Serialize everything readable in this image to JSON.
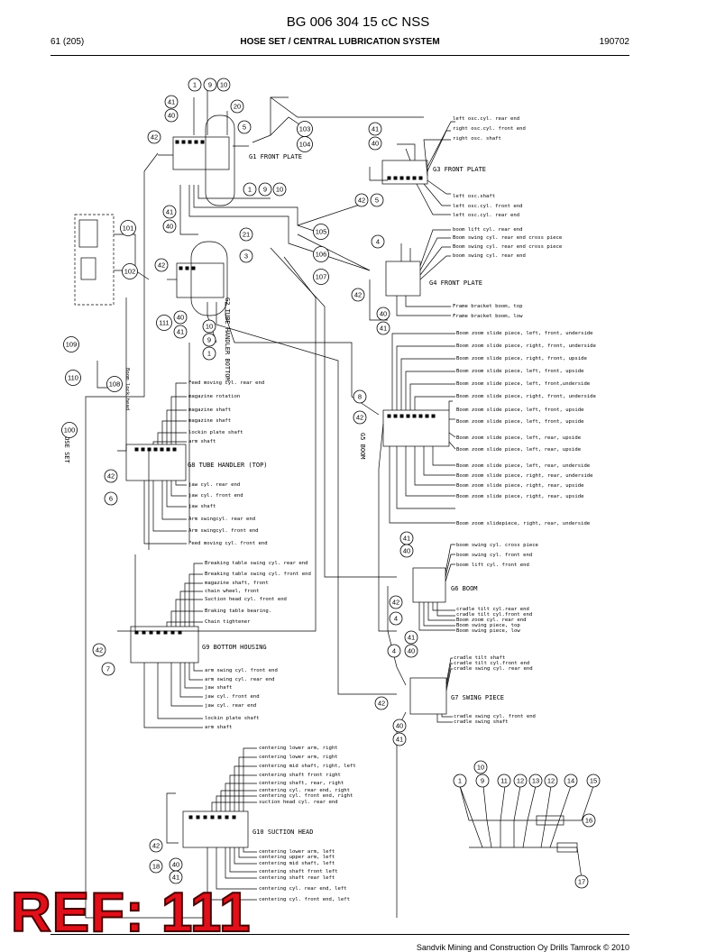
{
  "header": {
    "title": "BG 006 304 15 cC NSS",
    "page": "61 (205)",
    "section": "HOSE SET / CENTRAL LUBRICATION SYSTEM",
    "date": "190702"
  },
  "blocks": {
    "g1": "G1  FRONT PLATE",
    "g2": "G2  TUBE HANDLER BOTTOM",
    "g3": "G3  FRONT PLATE",
    "g4": "G4  FRONT PLATE",
    "g5": "G5  BOOM",
    "g6": "G6  BOOM",
    "g7": "G7  SWING PIECE",
    "g8": "G8  TUBE HANDLER (TOP)",
    "g9": "G9  BOTTOM HOUSING",
    "g10": "G10  SUCTION HEAD",
    "hose_set": "HOSE SET",
    "boom_lock_head": "Boom lock head"
  },
  "labels": {
    "g3": [
      "left osc.cyl. rear end",
      "right osc.cyl. front end",
      "right osc. shaft",
      "left osc.shaft",
      "left osc.cyl. front end",
      "left osc.cyl. rear end"
    ],
    "g4": [
      "boom lift cyl. rear end",
      "Boom swing cyl. rear end cross piece",
      "Boom swing cyl. rear end cross piece",
      "boom swing cyl. rear end",
      "Frame bracket boom, top",
      "Frame bracket boom, low"
    ],
    "g5": [
      "Boom zoom slide piece, left, front, underside",
      "Boom zoom slide piece, right, front, underside",
      "Boom zoom slide piece, right, front, upside",
      "Boom zoom slide piece, left, front, upside",
      "Boom zoom slide piece, left, front,underside",
      "Boom zoom slide piece, right, front, underside",
      "Boom zoom slide piece, left, front, upside",
      "Boom zoom slide piece, left, front, upside",
      "Boom zoom slide piece, left, rear, upside",
      "Boom zoom slide piece, left, rear, upside",
      "Boom zoom slide piece, left, rear, underside",
      "Boom zoom slide piece, right, rear, underside",
      "Boom zoom slide piece, right, rear, upside",
      "Boom zoom slide piece, right, rear, upside",
      "Boom zoom slidepiece, right, rear, underside"
    ],
    "g6": [
      "boom swing cyl. cross piece",
      "boom swing cyl. front end",
      "boom lift cyl. front end",
      "cradle tilt cyl.rear end",
      "cradle tilt cyl.front end",
      "Boom zoom cyl. rear end",
      "Boom swing piece, top",
      "Boom swing piece, low"
    ],
    "g7": [
      "cradle tilt shaft",
      "cradle tilt cyl.front end",
      "cradle swing cyl. rear end",
      "cradle swing cyl. front end",
      "cradle swing shaft"
    ],
    "g8": [
      "Feed moving cyl. rear end",
      "magazine rotation",
      "magazine shaft",
      "magazine shaft",
      "lockin plate shaft",
      "arm shaft",
      "jaw cyl. rear end",
      "jaw cyl. front end",
      "jaw shaft",
      "Arm swingcyl. rear end",
      "Arm swingcyl. front end",
      "Feed moving cyl. front end"
    ],
    "g9": [
      "Breaking table swing cyl. rear end",
      "Breaking table swing cyl. front end",
      "magazine shaft, front",
      "chain wheel, front",
      "Suction head cyl. front end",
      "Braking table bearing.",
      "Chain tightener",
      "arm swing cyl. front end",
      "arm swing cyl. rear end",
      "jaw shaft",
      "jaw cyl. front end",
      "jaw cyl. rear end",
      "lockin plate shaft",
      "arm shaft"
    ],
    "g10": [
      "centering lower arm, right",
      "centering lower arm, right",
      "centering  mid shaft, right, left",
      "centering shaft front right",
      "centering shaft, rear, right",
      "centering cyl. rear end, right",
      "centering cyl. front end, right",
      "suction head cyl. rear end",
      "centering lower arm, left",
      "centering upper arm, left",
      "centering mid shaft, left",
      "centering shaft front left",
      "centering shaft rear left",
      "centering cyl. rear end, left",
      "centering cyl. front end, left"
    ]
  },
  "callouts": {
    "top": [
      "1",
      "9",
      "10",
      "41",
      "20",
      "40",
      "5",
      "103",
      "42",
      "104",
      "1",
      "9",
      "10",
      "41",
      "105",
      "40",
      "21",
      "101",
      "3",
      "106",
      "42",
      "102",
      "107",
      "40",
      "111",
      "10",
      "41",
      "9",
      "1"
    ],
    "left": [
      "109",
      "110",
      "108",
      "100",
      "42",
      "6",
      "42",
      "7",
      "42",
      "18",
      "40",
      "41"
    ],
    "right": [
      "41",
      "40",
      "42",
      "5",
      "4",
      "42",
      "40",
      "41",
      "8",
      "42",
      "41",
      "40",
      "42",
      "4",
      "41",
      "4",
      "40",
      "42",
      "40",
      "41"
    ],
    "detail": [
      "10",
      "1",
      "9",
      "11",
      "12",
      "13",
      "12",
      "14",
      "15",
      "16",
      "17"
    ]
  },
  "watermark": "REF: 111",
  "footer": "Sandvik Mining and Construction Oy Drills Tamrock © 2010"
}
